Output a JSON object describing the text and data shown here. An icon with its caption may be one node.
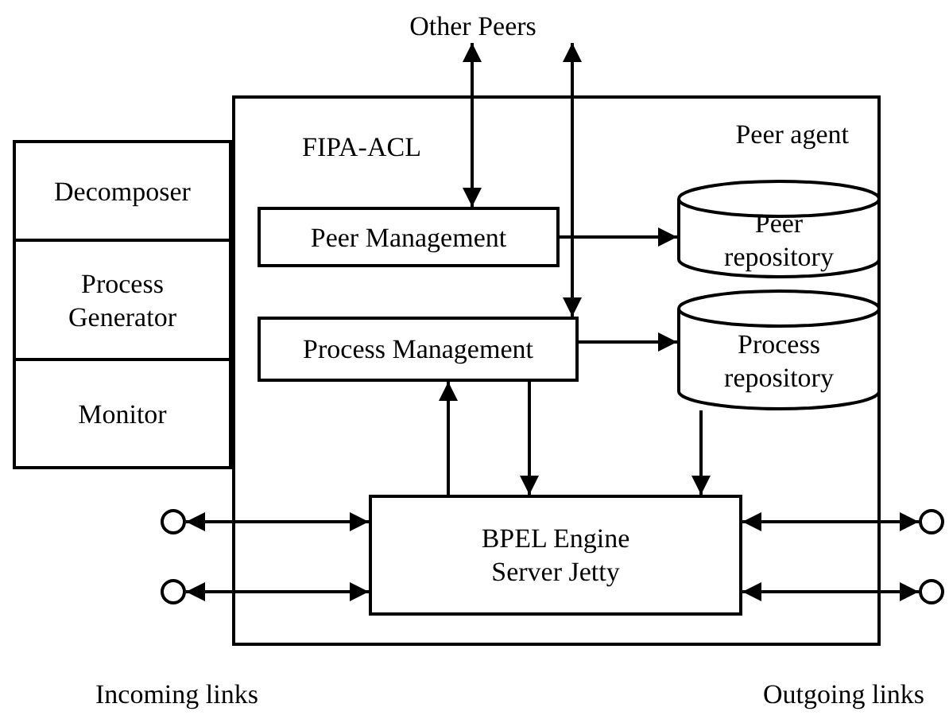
{
  "diagram": {
    "nodes": [
      {
        "text": [
          "Other Peers"
        ]
      },
      {
        "text": [
          "Peer agent"
        ]
      },
      {
        "text": [
          "Decomposer"
        ]
      },
      {
        "text": [
          "Process Generator"
        ]
      },
      {
        "text": [
          "Monitor"
        ]
      },
      {
        "text": [
          "Peer Management"
        ],
        "in": 1
      },
      {
        "text": [
          "Peer repository"
        ],
        "in": 1
      },
      {
        "text": [
          "Process Management"
        ],
        "in": 1
      },
      {
        "text": [
          "Process repository"
        ],
        "in": 1
      },
      {
        "text": [
          "BPEL Engine Server Jetty"
        ],
        "in": 1
      },
      {
        "text": [],
        "shape": "circle"
      },
      {
        "text": [],
        "shape": "circle"
      },
      {
        "text": [],
        "shape": "circle"
      },
      {
        "text": [],
        "shape": "circle"
      }
    ],
    "edges": [
      {
        "from": 0,
        "to": 5,
        "arrow": "both"
      },
      {
        "from": 7,
        "to": 0,
        "arrow": "both"
      },
      {
        "from": 5,
        "to": 6,
        "arrow": "to"
      },
      {
        "from": 7,
        "to": 8,
        "arrow": "to"
      },
      {
        "from": 9,
        "to": 7,
        "arrow": "to"
      },
      {
        "from": 7,
        "to": 9,
        "arrow": "to"
      },
      {
        "from": 8,
        "to": 9,
        "arrow": "to"
      },
      {
        "from": 10,
        "to": 9,
        "arrow": "both"
      },
      {
        "from": 11,
        "to": 9,
        "arrow": "both"
      },
      {
        "from": 9,
        "to": 12,
        "arrow": "both"
      },
      {
        "from": 9,
        "to": 13,
        "arrow": "both"
      }
    ],
    "labels": [
      "FIPA-ACL",
      "Incoming links",
      "Outgoing links"
    ]
  }
}
